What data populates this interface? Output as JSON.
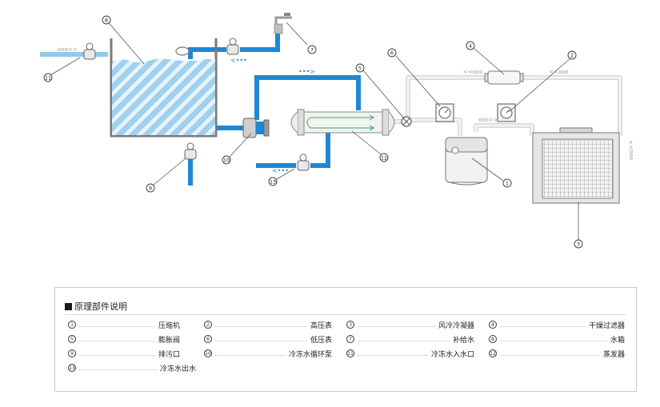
{
  "legend": {
    "title": "原理部件说明",
    "items": [
      {
        "num": "1",
        "label": "压缩机"
      },
      {
        "num": "2",
        "label": "高压表"
      },
      {
        "num": "3",
        "label": "风冷冷凝器"
      },
      {
        "num": "4",
        "label": "干燥过滤器"
      },
      {
        "num": "5",
        "label": "膨胀阀"
      },
      {
        "num": "6",
        "label": "低压表"
      },
      {
        "num": "7",
        "label": "补给水"
      },
      {
        "num": "8",
        "label": "水箱"
      },
      {
        "num": "9",
        "label": "排污口"
      },
      {
        "num": "10",
        "label": "冷冻水循环泵"
      },
      {
        "num": "11",
        "label": "冷冻水入水口"
      },
      {
        "num": "12",
        "label": "蒸发器"
      },
      {
        "num": "13",
        "label": "冷冻水出水"
      }
    ]
  },
  "callouts": [
    "1",
    "2",
    "3",
    "4",
    "5",
    "6",
    "7",
    "8",
    "9",
    "10",
    "11",
    "12",
    "13"
  ],
  "colors": {
    "water_pipe": "#1e88d4",
    "refrigerant_pipe": "#e6e6e6",
    "tank_water": "#a8d4ee",
    "inlet_pipe": "#90caec"
  }
}
